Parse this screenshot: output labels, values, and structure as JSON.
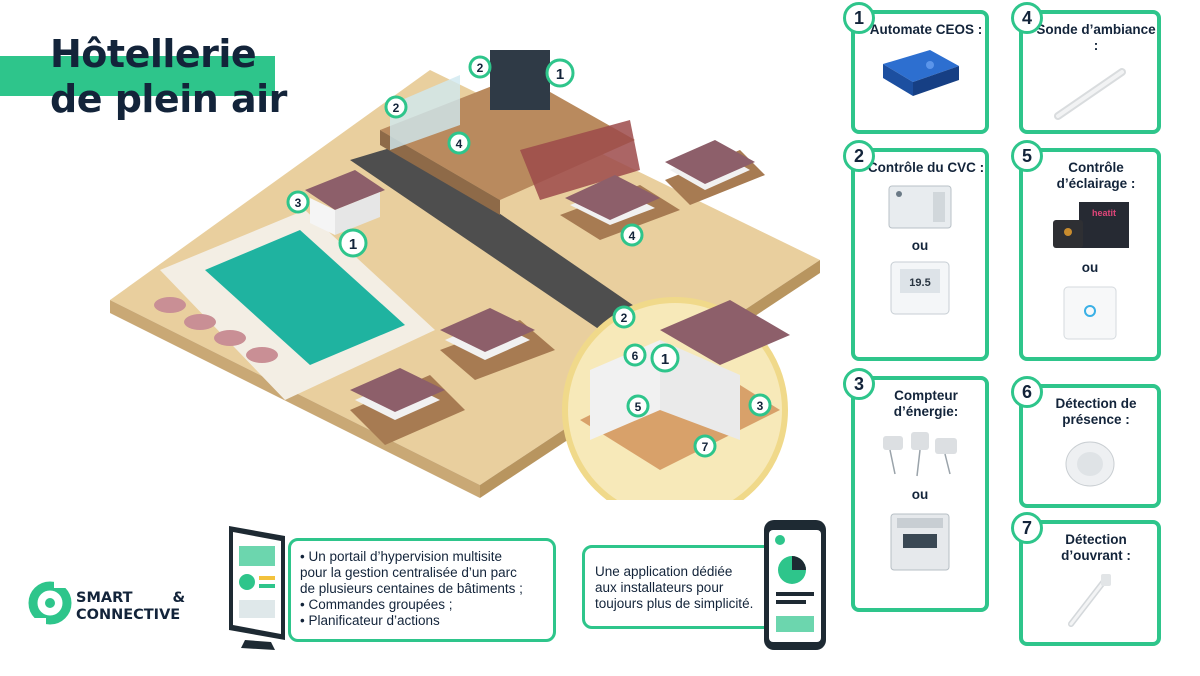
{
  "title": {
    "line1": "Hôtellerie",
    "line2": "de plein air"
  },
  "colors": {
    "accent": "#2ec58b",
    "navy": "#13243a",
    "sand": "#e9cf9e",
    "road": "#4e4e4e",
    "pool": "#1fb3a0",
    "roof": "#8d5f6a"
  },
  "scene_markers": [
    "1",
    "2",
    "2",
    "1",
    "4",
    "3",
    "1",
    "4",
    "2",
    "6",
    "1",
    "5",
    "3",
    "7"
  ],
  "cards": [
    {
      "num": "1",
      "title": "Automate CEOS :",
      "icon": "ceos-controller-icon"
    },
    {
      "num": "2",
      "title": "Contrôle du CVC :",
      "or": "ou",
      "icon": "hvac-module-icon",
      "icon2": "thermostat-icon",
      "display": "19.5"
    },
    {
      "num": "3",
      "title": "Compteur d’énergie:",
      "or": "ou",
      "icon": "current-clamps-icon",
      "icon2": "din-energy-meter-icon"
    },
    {
      "num": "4",
      "title": "Sonde d’ambiance :",
      "icon": "ambient-probe-icon"
    },
    {
      "num": "5",
      "title": "Contrôle d’éclairage :",
      "or": "ou",
      "icon": "lighting-module-icon",
      "icon2": "touch-switch-icon",
      "brand": "heatit"
    },
    {
      "num": "6",
      "title": "Détection de présence :",
      "icon": "presence-sensor-icon"
    },
    {
      "num": "7",
      "title": "Détection d’ouvrant :",
      "icon": "opening-sensor-icon"
    }
  ],
  "portal": {
    "lines": [
      "• Un portail d’hypervision multisite",
      "pour la gestion centralisée d’un parc",
      "de plusieurs centaines de bâtiments ;",
      "• Commandes groupées ;",
      "• Planificateur d’actions"
    ]
  },
  "app": {
    "lines": [
      "Une application dédiée",
      "aux installateurs pour",
      "toujours plus de simplicité."
    ]
  },
  "logo": {
    "line1": "SMART",
    "amp": "&",
    "line2": "CONNECTIVE"
  }
}
